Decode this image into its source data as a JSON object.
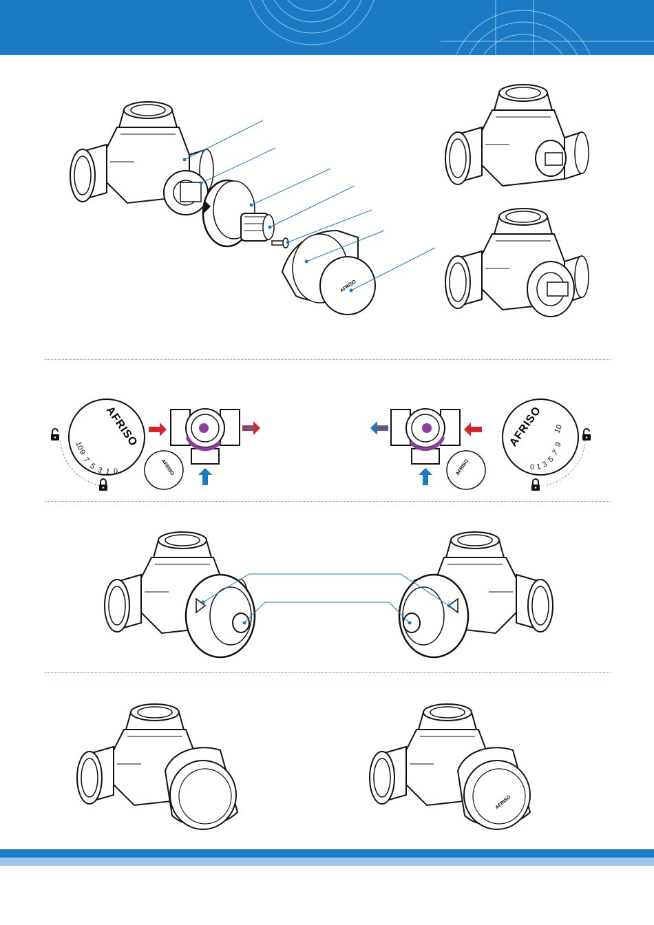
{
  "brand": {
    "name": "AFRISO"
  },
  "colors": {
    "header_blue": "#1a7bc4",
    "footer_light": "#9fc5ea",
    "hot_arrow": "#d6242b",
    "cold_arrow": "#1a7bc4",
    "rotor_purple": "#8e3ba5",
    "lock_icon": "#111111"
  },
  "dial_scale": [
    "0",
    "1",
    "3",
    "5",
    "7",
    "9",
    "10"
  ],
  "icons": [
    "unlock-icon",
    "lock-icon",
    "hot-inlet-arrow-icon",
    "cold-outlet-arrow-icon",
    "mixed-outlet-arrow-icon"
  ]
}
